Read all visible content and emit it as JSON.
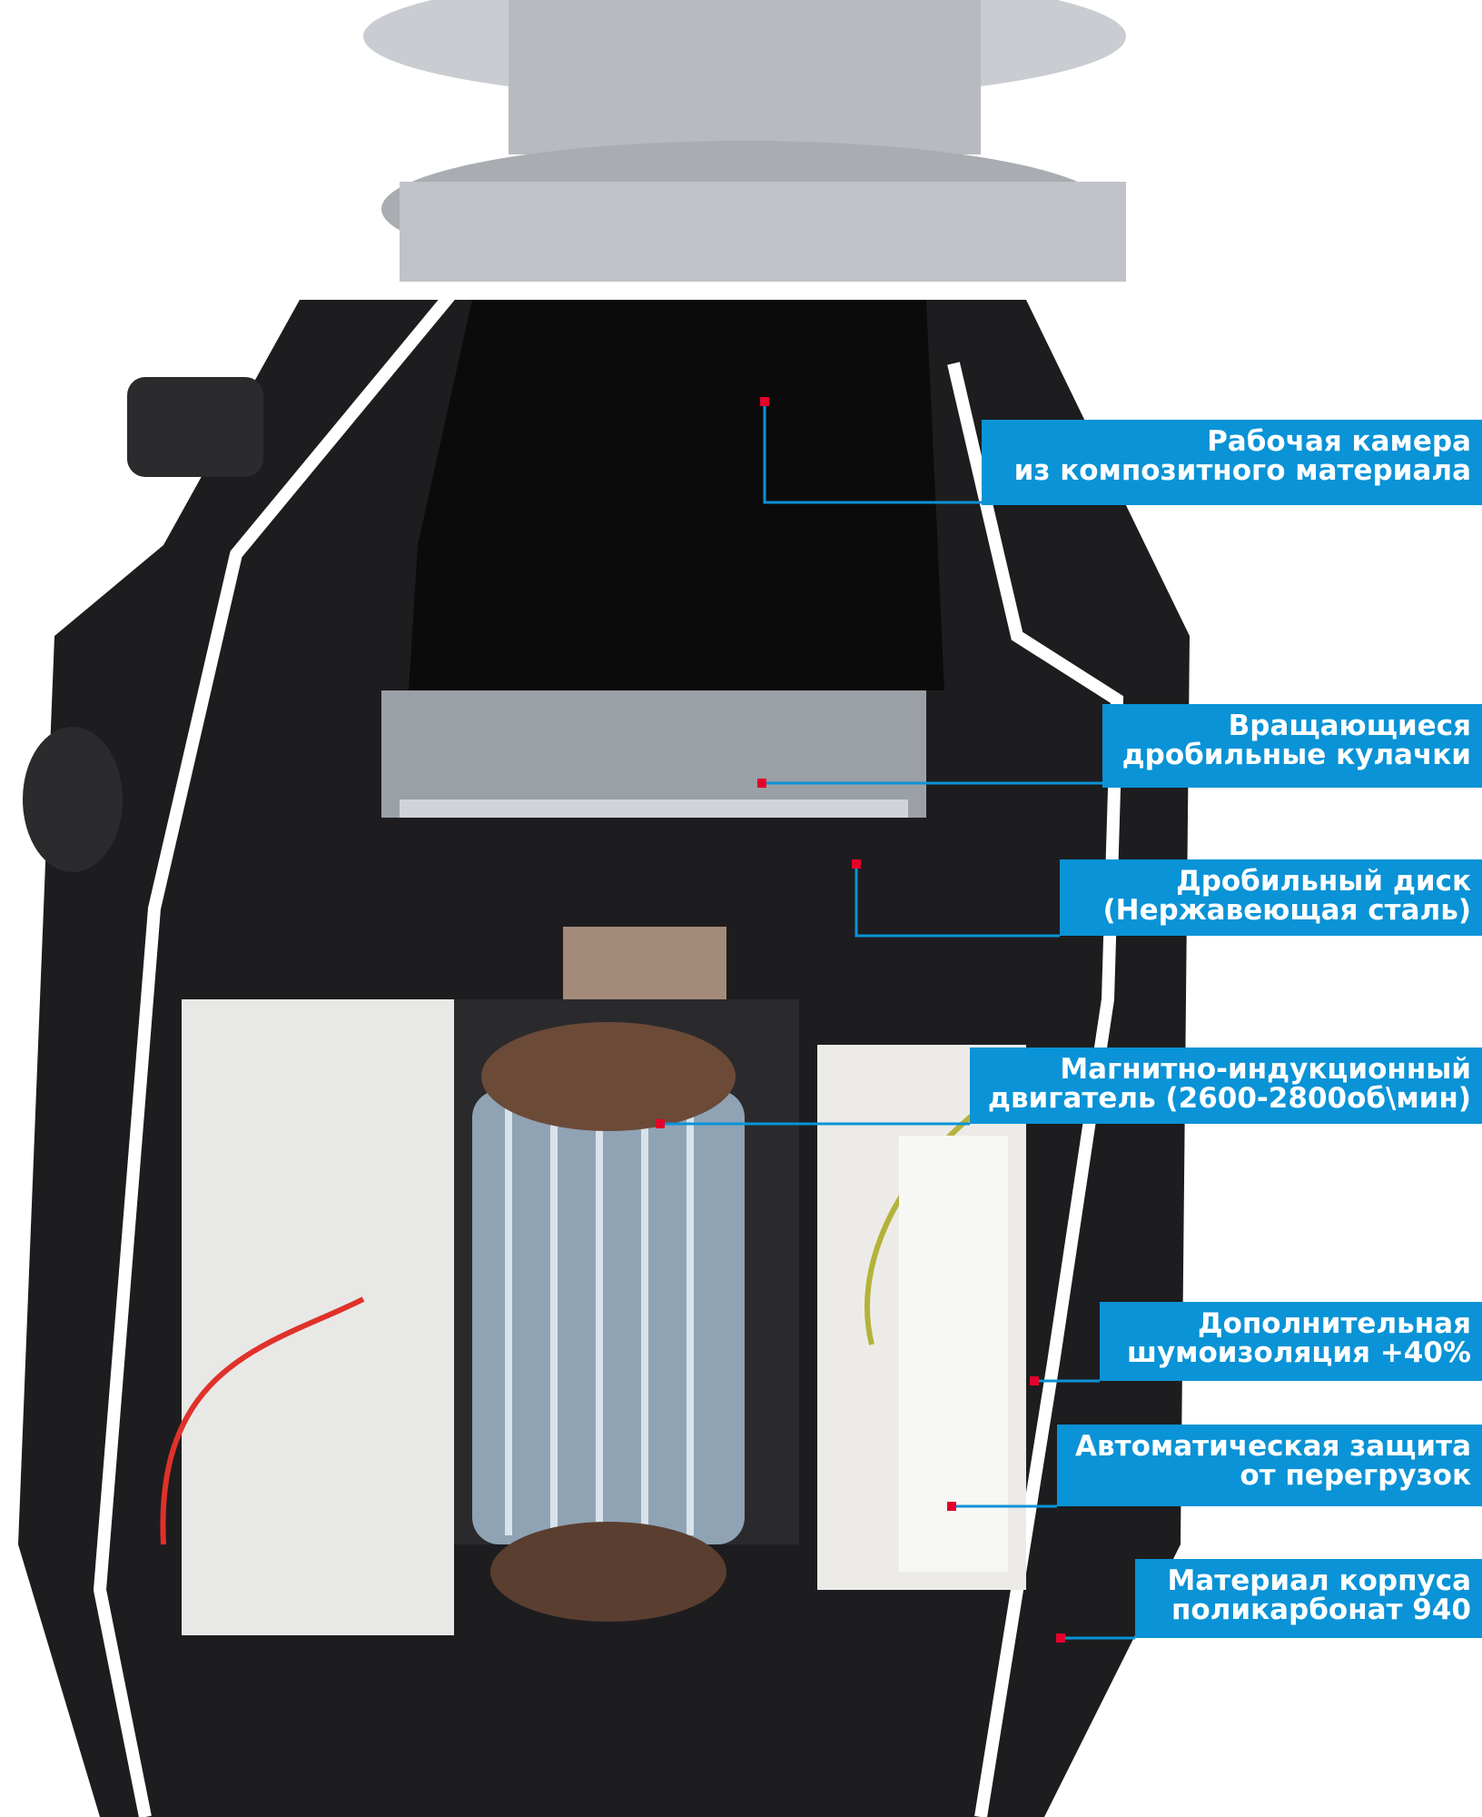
{
  "accent_color": "#0a93d6",
  "marker_color": "#e4002b",
  "callouts": [
    {
      "line1": "Рабочая камера",
      "line2": "из композитного материала"
    },
    {
      "line1": "Вращающиеся",
      "line2": "дробильные кулачки"
    },
    {
      "line1": "Дробильный диск",
      "line2": "(Нержавеющая сталь)"
    },
    {
      "line1": "Магнитно-индукционный",
      "line2": "двигатель (2600-2800об\\мин)"
    },
    {
      "line1": "Дополнительная",
      "line2": "шумоизоляция +40%"
    },
    {
      "line1": "Автоматическая защита",
      "line2": "от перегрузок"
    },
    {
      "line1": "Материал корпуса",
      "line2": "поликарбонат 940"
    }
  ]
}
